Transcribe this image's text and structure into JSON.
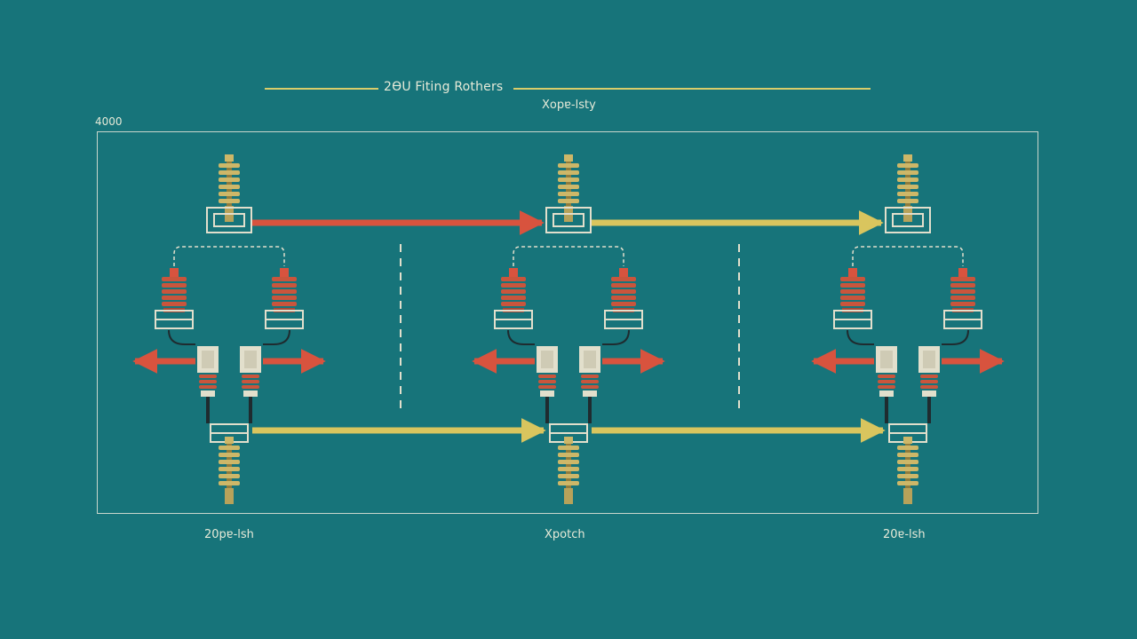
{
  "header": {
    "title": "2ӨU   Fiting Rothers",
    "subtitle": "Xopɐ-lsty"
  },
  "corner_label": "4000",
  "footer_labels": {
    "left": "20pɐ-lsh",
    "middle": "Xpotch",
    "right": "20ɐ-lsh"
  },
  "colors": {
    "background": "#17747a",
    "red_arrow": "#d8533e",
    "yellow_arrow": "#d9c55e",
    "coil_gold": "#cdb768",
    "coil_red": "#c9553c",
    "connector": "#e2dfcc",
    "frame": "#c9d6cc"
  },
  "diagram": {
    "units": 3,
    "top_arrows": [
      "red",
      "yellow"
    ],
    "bottom_arrows": [
      "yellow",
      "yellow"
    ],
    "side_arrows": "red, bidirectional per unit",
    "dashed_dividers": 2
  }
}
